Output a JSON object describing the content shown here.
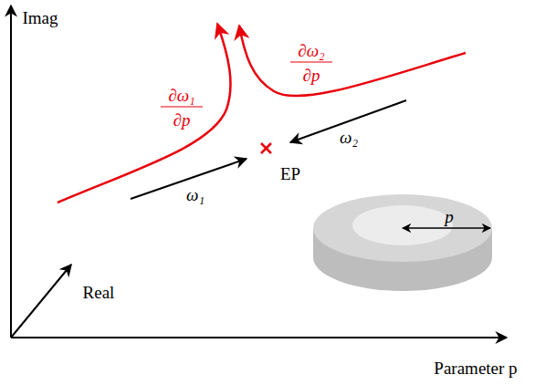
{
  "diagram": {
    "labels": [
      "Imag",
      "Real",
      "Parameter p",
      "∂ω₁",
      "∂p",
      "∂ω₂",
      "∂p",
      "ω₁",
      "ω₂",
      "EP",
      "p"
    ]
  }
}
